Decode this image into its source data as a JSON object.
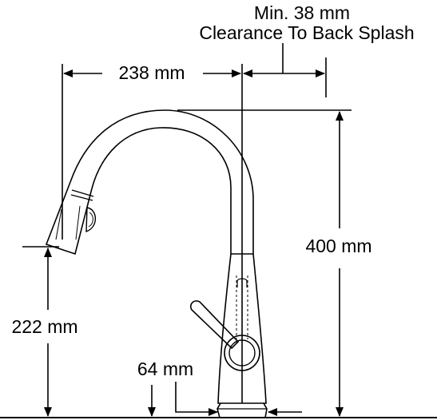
{
  "labels": {
    "clearance_line1": "Min. 38 mm",
    "clearance_line2": "Clearance To Back Splash",
    "reach": "238 mm",
    "height": "400 mm",
    "spout_height": "222 mm",
    "deck_thickness": "64 mm"
  },
  "colors": {
    "line": "#000000",
    "background": "#ffffff"
  }
}
